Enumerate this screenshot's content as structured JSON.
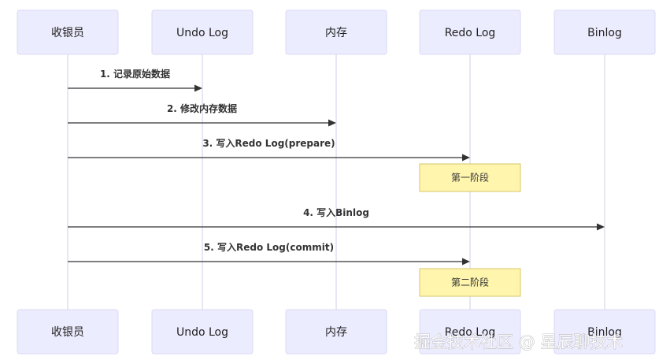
{
  "participants": [
    "收银员",
    "Undo Log",
    "内存",
    "Redo Log",
    "Binlog"
  ],
  "messages": [
    {
      "label": "1. 记录原始数据",
      "from": 0,
      "to": 1
    },
    {
      "label": "2. 修改内存数据",
      "from": 0,
      "to": 2
    },
    {
      "label": "3. 写入Redo Log(prepare)",
      "from": 0,
      "to": 3
    },
    {
      "label": "4. 写入Binlog",
      "from": 0,
      "to": 4
    },
    {
      "label": "5. 写入Redo Log(commit)",
      "from": 0,
      "to": 3
    }
  ],
  "notes": [
    {
      "label": "第一阶段",
      "over": 3,
      "after_message": 2
    },
    {
      "label": "第二阶段",
      "over": 3,
      "after_message": 4
    }
  ],
  "watermark": "掘金技术社区 @ 星辰聊技术",
  "colors": {
    "actor_fill": "#ECECFF",
    "note_fill": "#FFF5AD",
    "line": "#333333"
  }
}
